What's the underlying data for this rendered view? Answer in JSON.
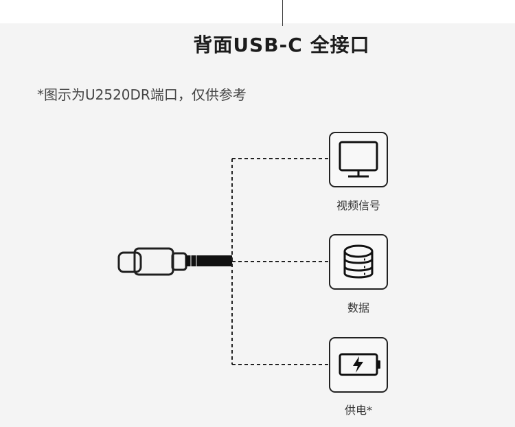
{
  "title": "背面USB-C 全接口",
  "note": "*图示为U2520DR端口，仅供参考",
  "outputs": [
    {
      "label": "视频信号",
      "icon": "monitor-icon"
    },
    {
      "label": "数据",
      "icon": "database-icon"
    },
    {
      "label": "供电*",
      "icon": "battery-charging-icon"
    }
  ],
  "colors": {
    "background": "#f4f4f4",
    "line": "#222222",
    "box_fill": "#f8f8f8"
  }
}
